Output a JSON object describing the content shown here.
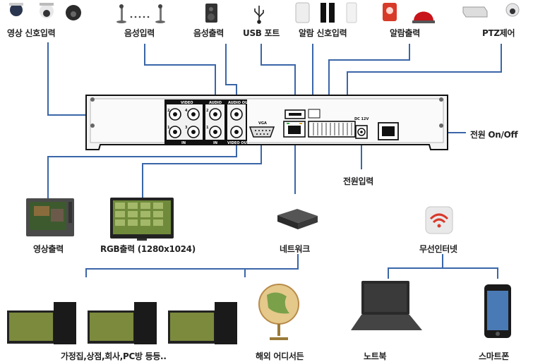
{
  "inputs": {
    "video_in": "영상 신호입력",
    "audio_in": "음성입력",
    "audio_out": "음성출력",
    "usb": "USB 포트",
    "alarm_in": "알람 신호입력",
    "alarm_out": "알람출력",
    "ptz": "PTZ제어"
  },
  "dvr_panel": {
    "video": "VIDEO",
    "audio": "AUDIO",
    "audio_out": "AUDIO OUT",
    "video_out": "VIDEO OUT",
    "in_left": "IN",
    "in_right": "IN",
    "vga": "VGA",
    "dc": "DC 12V",
    "num_1": "1",
    "num_2": "2",
    "num_3": "3",
    "num_4": "4",
    "num_5": "1",
    "num_6": "2"
  },
  "side": {
    "power_switch": "전원 On/Off",
    "power_input": "전원입력"
  },
  "outputs": {
    "video_out": "영상출력",
    "rgb_out": "RGB출력 (1280x1024)",
    "network": "네트워크",
    "wireless": "무선인터넷"
  },
  "clients": {
    "home": "가정집,상점,회사,PC방 등등..",
    "overseas": "해외 어디서든",
    "notebook": "노트북",
    "smartphone": "스마트폰"
  },
  "colors": {
    "line": "#3a66a8",
    "device": "#2b2b2b",
    "accent_red": "#d83a2a"
  }
}
